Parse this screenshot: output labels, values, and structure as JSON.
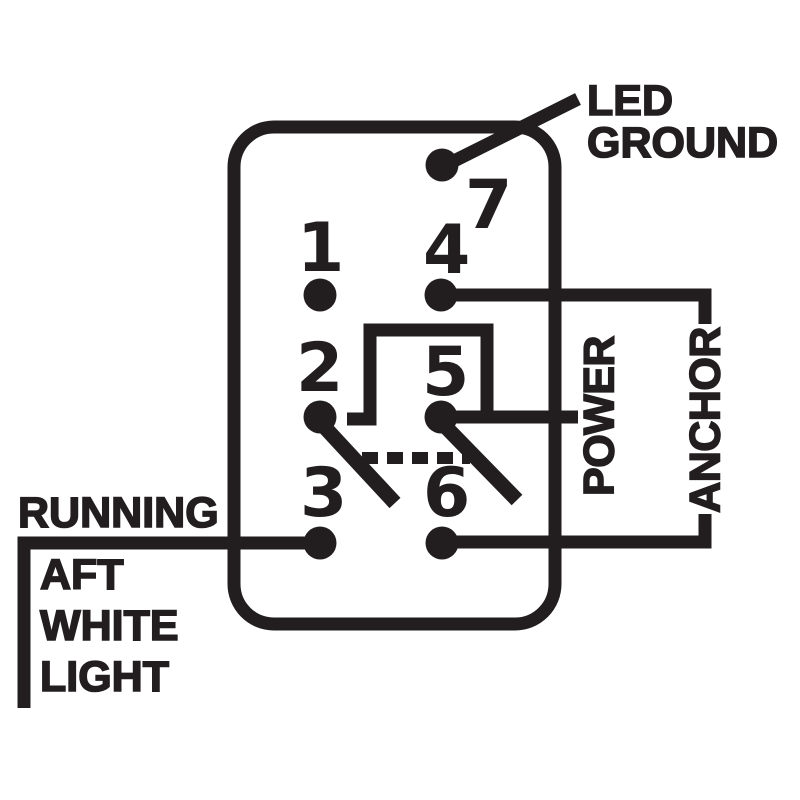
{
  "diagram": {
    "type": "wiring-diagram",
    "subject": "7-terminal rocker switch wiring",
    "ink_color": "#221e20",
    "background_color": "#ffffff",
    "terminals": [
      {
        "number": "1"
      },
      {
        "number": "2"
      },
      {
        "number": "3"
      },
      {
        "number": "4"
      },
      {
        "number": "5"
      },
      {
        "number": "6"
      },
      {
        "number": "7"
      }
    ],
    "labels": {
      "led": "LED",
      "ground": "GROUND",
      "power": "POWER",
      "anchor": "ANCHOR",
      "running": "RUNNING",
      "aft": "AFT",
      "white": "WHITE",
      "light": "LIGHT"
    }
  }
}
